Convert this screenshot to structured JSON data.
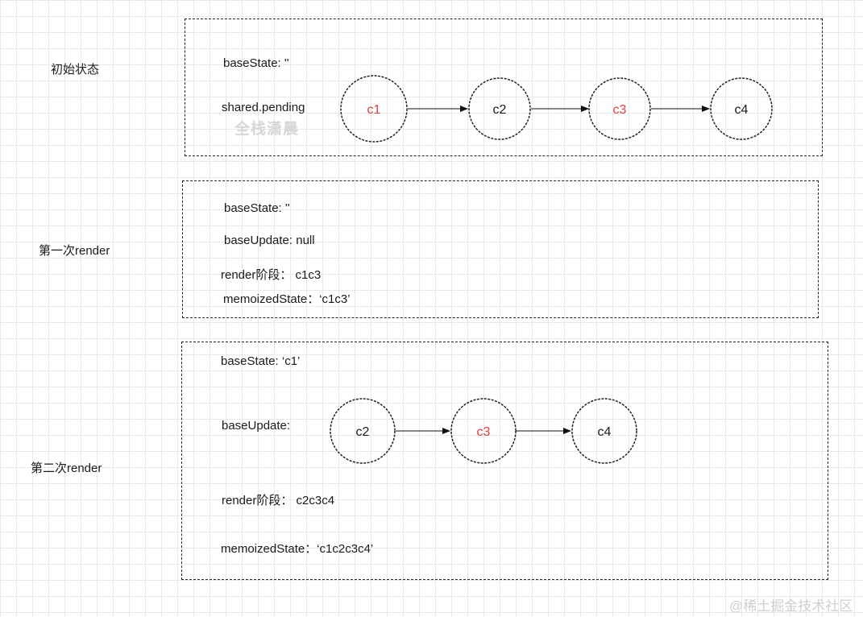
{
  "sections": {
    "initial": {
      "side_label": "初始状态",
      "base_state": "baseState:   ''",
      "pending_label": "shared.pending",
      "watermark": "全栈潇晨",
      "nodes": [
        {
          "label": "c1",
          "color": "#e0403f"
        },
        {
          "label": "c2",
          "color": "#1a1a1a"
        },
        {
          "label": "c3",
          "color": "#e0403f"
        },
        {
          "label": "c4",
          "color": "#1a1a1a"
        }
      ]
    },
    "first": {
      "side_label": "第一次render",
      "base_state": "baseState:   ''",
      "base_update": "baseUpdate:  null",
      "render_phase": "render阶段：  c1c3",
      "memoized": "memoizedState：‘c1c3’"
    },
    "second": {
      "side_label": "第二次render",
      "base_state": "baseState:   ‘c1’",
      "base_update": "baseUpdate:",
      "render_phase": "render阶段：  c2c3c4",
      "memoized": "memoizedState：‘c1c2c3c4’",
      "nodes": [
        {
          "label": "c2",
          "color": "#1a1a1a"
        },
        {
          "label": "c3",
          "color": "#e0403f"
        },
        {
          "label": "c4",
          "color": "#1a1a1a"
        }
      ]
    }
  },
  "footer": {
    "credit": "@稀土掘金技术社区"
  }
}
